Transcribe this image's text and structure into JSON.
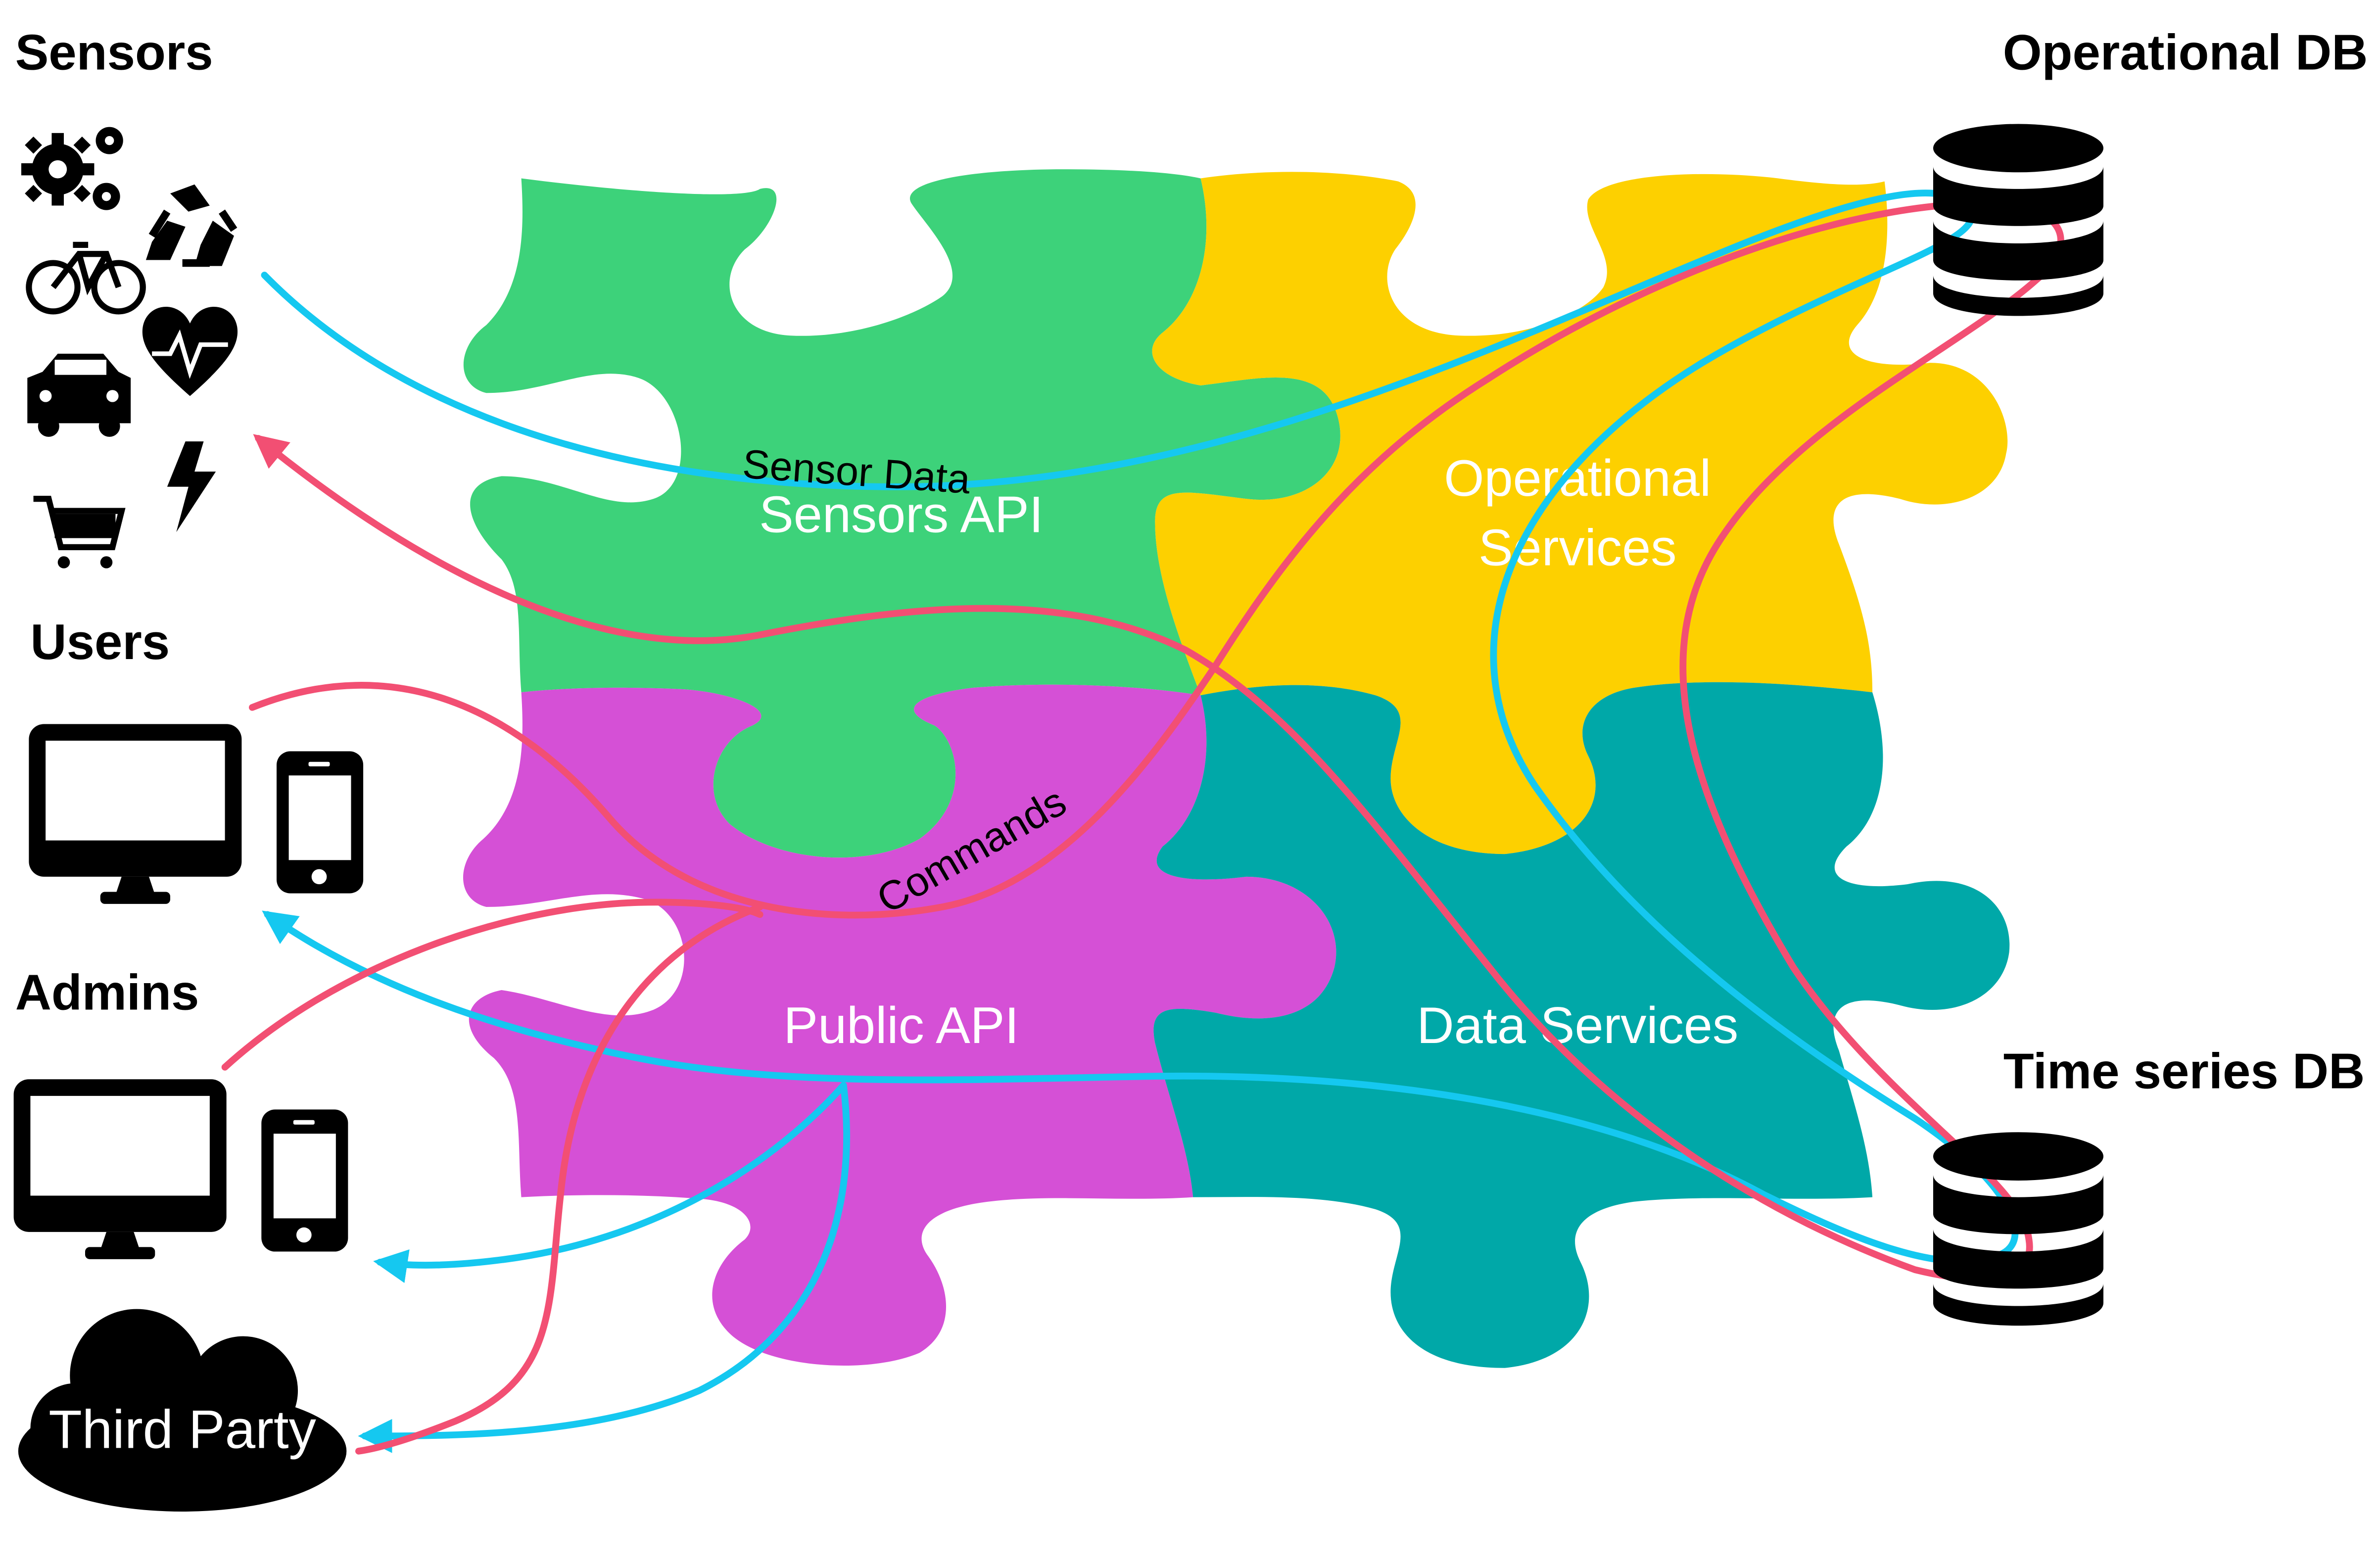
{
  "colors": {
    "sensors_piece": "#3dd27a",
    "operational_piece": "#fdd000",
    "public_piece": "#d550d6",
    "data_piece": "#00a8a8",
    "sensor_data_flow": "#15c8f0",
    "commands_flow": "#f24f73"
  },
  "groups": {
    "sensors": "Sensors",
    "users": "Users",
    "admins": "Admins",
    "third_party": "Third Party"
  },
  "databases": {
    "operational": "Operational DB",
    "timeseries": "Time series DB"
  },
  "pieces": {
    "sensors_api": "Sensors API",
    "operational_line1": "Operational",
    "operational_line2": "Services",
    "public_api": "Public API",
    "data_services": "Data Services"
  },
  "flows": {
    "sensor_data": "Sensor Data",
    "commands": "Commands"
  },
  "icons": {
    "sensors": [
      "gears-icon",
      "recycle-icon",
      "bicycle-icon",
      "heart-rate-icon",
      "car-icon",
      "lightning-icon",
      "shopping-cart-icon"
    ],
    "users": [
      "desktop-monitor-icon",
      "smartphone-icon"
    ],
    "admins": [
      "desktop-monitor-icon",
      "smartphone-icon"
    ],
    "third_party": "cloud-icon",
    "databases": "database-icon"
  }
}
